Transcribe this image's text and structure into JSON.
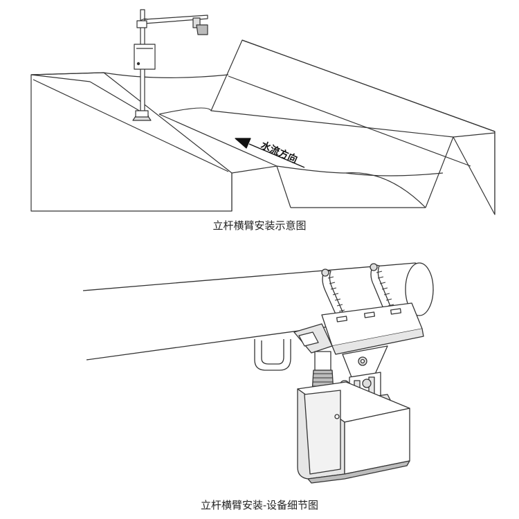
{
  "figure_top": {
    "caption": "立杆横臂安装示意图",
    "flow_label": "水流方向"
  },
  "figure_bottom": {
    "caption": "立杆横臂安装-设备细节图"
  },
  "colors": {
    "line": "#333333",
    "fill_light": "#ffffff",
    "fill_shade": "#e6e6e6",
    "fill_dark": "#bdbdbd"
  }
}
